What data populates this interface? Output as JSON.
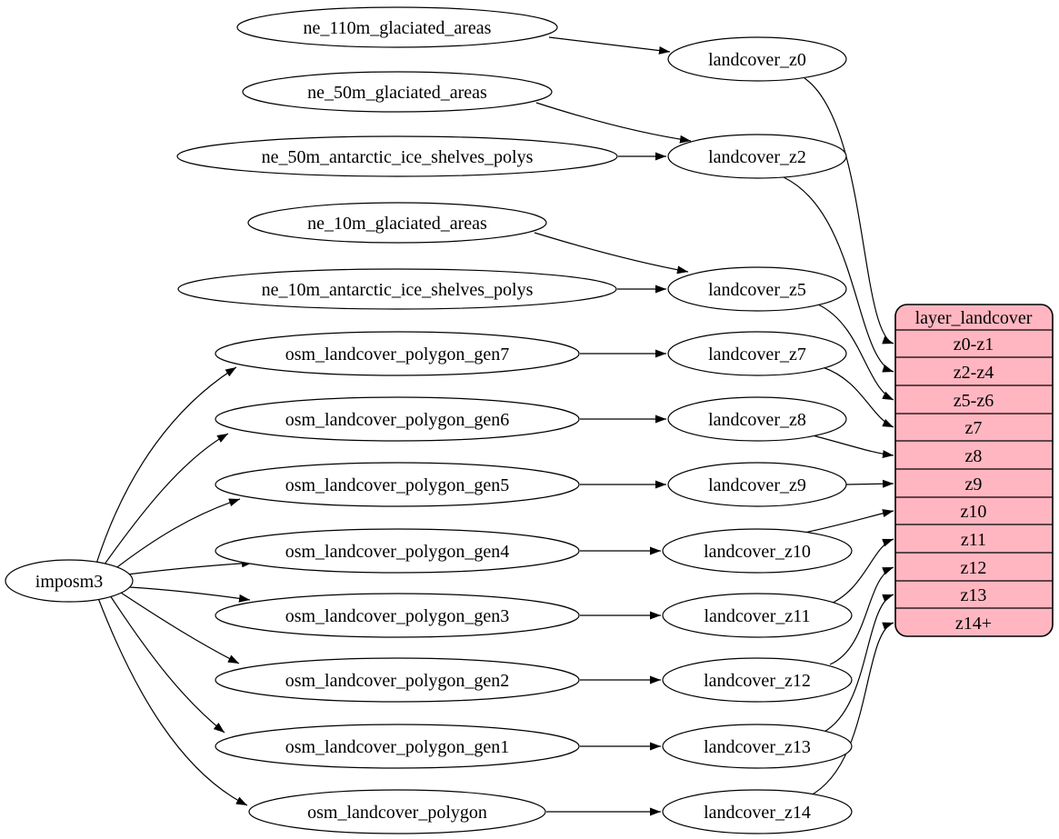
{
  "colors": {
    "table_fill": "#ffb6c1",
    "node_fill": "#ffffff",
    "edge_stroke": "#000000"
  },
  "nodes": {
    "imposm3": {
      "label": "imposm3"
    },
    "ne_110m_glaciated_areas": {
      "label": "ne_110m_glaciated_areas"
    },
    "ne_50m_glaciated_areas": {
      "label": "ne_50m_glaciated_areas"
    },
    "ne_50m_antarctic_ice_shelves_polys": {
      "label": "ne_50m_antarctic_ice_shelves_polys"
    },
    "ne_10m_glaciated_areas": {
      "label": "ne_10m_glaciated_areas"
    },
    "ne_10m_antarctic_ice_shelves_polys": {
      "label": "ne_10m_antarctic_ice_shelves_polys"
    },
    "osm_landcover_polygon_gen7": {
      "label": "osm_landcover_polygon_gen7"
    },
    "osm_landcover_polygon_gen6": {
      "label": "osm_landcover_polygon_gen6"
    },
    "osm_landcover_polygon_gen5": {
      "label": "osm_landcover_polygon_gen5"
    },
    "osm_landcover_polygon_gen4": {
      "label": "osm_landcover_polygon_gen4"
    },
    "osm_landcover_polygon_gen3": {
      "label": "osm_landcover_polygon_gen3"
    },
    "osm_landcover_polygon_gen2": {
      "label": "osm_landcover_polygon_gen2"
    },
    "osm_landcover_polygon_gen1": {
      "label": "osm_landcover_polygon_gen1"
    },
    "osm_landcover_polygon": {
      "label": "osm_landcover_polygon"
    },
    "landcover_z0": {
      "label": "landcover_z0"
    },
    "landcover_z2": {
      "label": "landcover_z2"
    },
    "landcover_z5": {
      "label": "landcover_z5"
    },
    "landcover_z7": {
      "label": "landcover_z7"
    },
    "landcover_z8": {
      "label": "landcover_z8"
    },
    "landcover_z9": {
      "label": "landcover_z9"
    },
    "landcover_z10": {
      "label": "landcover_z10"
    },
    "landcover_z11": {
      "label": "landcover_z11"
    },
    "landcover_z12": {
      "label": "landcover_z12"
    },
    "landcover_z13": {
      "label": "landcover_z13"
    },
    "landcover_z14": {
      "label": "landcover_z14"
    }
  },
  "table": {
    "title": "layer_landcover",
    "rows": [
      {
        "label": "z0-z1"
      },
      {
        "label": "z2-z4"
      },
      {
        "label": "z5-z6"
      },
      {
        "label": "z7"
      },
      {
        "label": "z8"
      },
      {
        "label": "z9"
      },
      {
        "label": "z10"
      },
      {
        "label": "z11"
      },
      {
        "label": "z12"
      },
      {
        "label": "z13"
      },
      {
        "label": "z14+"
      }
    ]
  },
  "edges": [
    {
      "from": "imposm3",
      "to": "osm_landcover_polygon_gen7"
    },
    {
      "from": "imposm3",
      "to": "osm_landcover_polygon_gen6"
    },
    {
      "from": "imposm3",
      "to": "osm_landcover_polygon_gen5"
    },
    {
      "from": "imposm3",
      "to": "osm_landcover_polygon_gen4"
    },
    {
      "from": "imposm3",
      "to": "osm_landcover_polygon_gen3"
    },
    {
      "from": "imposm3",
      "to": "osm_landcover_polygon_gen2"
    },
    {
      "from": "imposm3",
      "to": "osm_landcover_polygon_gen1"
    },
    {
      "from": "imposm3",
      "to": "osm_landcover_polygon"
    },
    {
      "from": "ne_110m_glaciated_areas",
      "to": "landcover_z0"
    },
    {
      "from": "ne_50m_glaciated_areas",
      "to": "landcover_z2"
    },
    {
      "from": "ne_50m_antarctic_ice_shelves_polys",
      "to": "landcover_z2"
    },
    {
      "from": "ne_10m_glaciated_areas",
      "to": "landcover_z5"
    },
    {
      "from": "ne_10m_antarctic_ice_shelves_polys",
      "to": "landcover_z5"
    },
    {
      "from": "osm_landcover_polygon_gen7",
      "to": "landcover_z7"
    },
    {
      "from": "osm_landcover_polygon_gen6",
      "to": "landcover_z8"
    },
    {
      "from": "osm_landcover_polygon_gen5",
      "to": "landcover_z9"
    },
    {
      "from": "osm_landcover_polygon_gen4",
      "to": "landcover_z10"
    },
    {
      "from": "osm_landcover_polygon_gen3",
      "to": "landcover_z11"
    },
    {
      "from": "osm_landcover_polygon_gen2",
      "to": "landcover_z12"
    },
    {
      "from": "osm_landcover_polygon_gen1",
      "to": "landcover_z13"
    },
    {
      "from": "osm_landcover_polygon",
      "to": "landcover_z14"
    },
    {
      "from": "landcover_z0",
      "to": "layer_landcover.z0-z1"
    },
    {
      "from": "landcover_z2",
      "to": "layer_landcover.z2-z4"
    },
    {
      "from": "landcover_z5",
      "to": "layer_landcover.z5-z6"
    },
    {
      "from": "landcover_z7",
      "to": "layer_landcover.z7"
    },
    {
      "from": "landcover_z8",
      "to": "layer_landcover.z8"
    },
    {
      "from": "landcover_z9",
      "to": "layer_landcover.z9"
    },
    {
      "from": "landcover_z10",
      "to": "layer_landcover.z10"
    },
    {
      "from": "landcover_z11",
      "to": "layer_landcover.z11"
    },
    {
      "from": "landcover_z12",
      "to": "layer_landcover.z12"
    },
    {
      "from": "landcover_z13",
      "to": "layer_landcover.z13"
    },
    {
      "from": "landcover_z14",
      "to": "layer_landcover.z14+"
    }
  ]
}
